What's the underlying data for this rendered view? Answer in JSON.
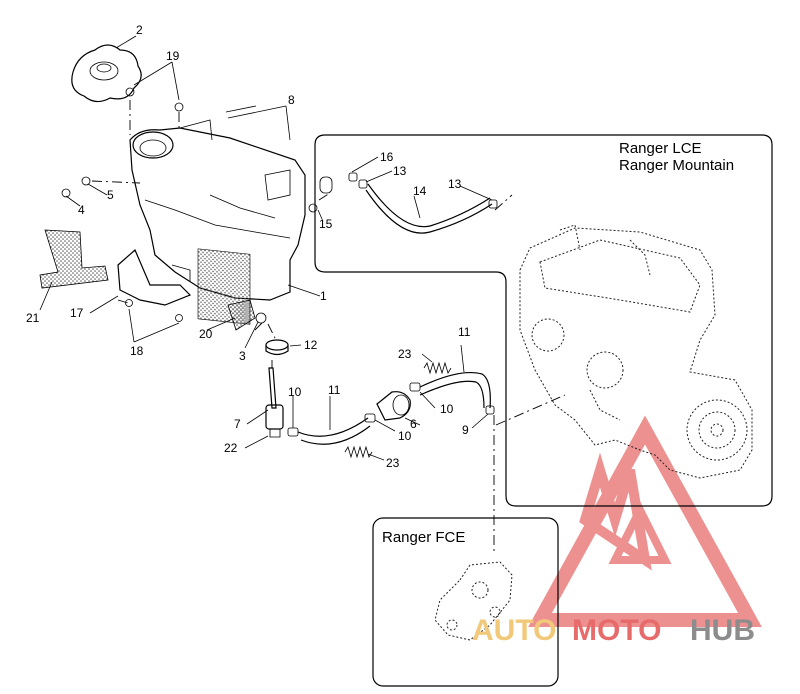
{
  "boxes": {
    "lce_line1": "Ranger LCE",
    "lce_line2": "Ranger Mountain",
    "fce": "Ranger FCE"
  },
  "callouts": {
    "c1": "1",
    "c2": "2",
    "c3": "3",
    "c4": "4",
    "c5": "5",
    "c6": "6",
    "c7": "7",
    "c8": "8",
    "c9": "9",
    "c10a": "10",
    "c10b": "10",
    "c10c": "10",
    "c11a": "11",
    "c11b": "11",
    "c12": "12",
    "c13a": "13",
    "c13b": "13",
    "c14": "14",
    "c15": "15",
    "c16": "16",
    "c17": "17",
    "c18": "18",
    "c19": "19",
    "c20": "20",
    "c21": "21",
    "c22": "22",
    "c23a": "23",
    "c23b": "23"
  },
  "watermark": {
    "part1": "AUTO",
    "part2": "MOTO",
    "part3": "HUB",
    "colors": {
      "auto": "#f2c97a",
      "moto": "#e76b6b",
      "hub": "#8c8c8c",
      "logo": "#e76b6b"
    }
  }
}
